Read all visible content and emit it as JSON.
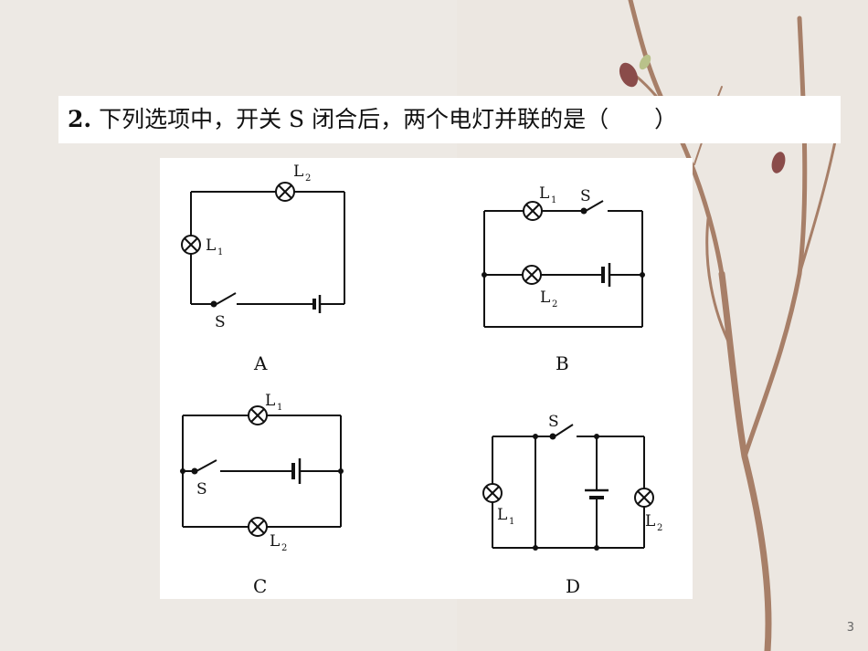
{
  "question": {
    "number": "2.",
    "text": "下列选项中，开关 S 闭合后，两个电灯并联的是（　　）"
  },
  "circuits": {
    "A": {
      "option": "A",
      "lamp1": "L",
      "lamp1_sub": "1",
      "lamp2": "L",
      "lamp2_sub": "2",
      "switch": "S"
    },
    "B": {
      "option": "B",
      "lamp1": "L",
      "lamp1_sub": "1",
      "lamp2": "L",
      "lamp2_sub": "2",
      "switch": "S"
    },
    "C": {
      "option": "C",
      "lamp1": "L",
      "lamp1_sub": "1",
      "lamp2": "L",
      "lamp2_sub": "2",
      "switch": "S"
    },
    "D": {
      "option": "D",
      "lamp1": "L",
      "lamp1_sub": "1",
      "lamp2": "L",
      "lamp2_sub": "2",
      "switch": "S"
    }
  },
  "page_number": "3",
  "colors": {
    "wire": "#111111",
    "panel": "#ffffff",
    "background": "#ece7e1"
  }
}
